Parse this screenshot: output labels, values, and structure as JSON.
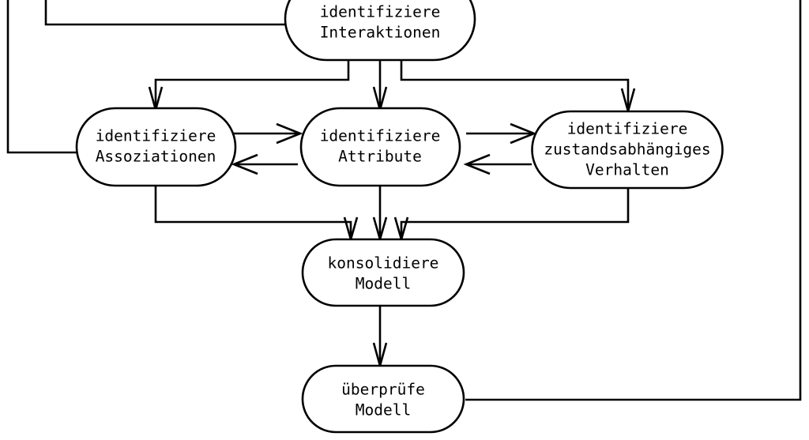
{
  "diagram": {
    "kind": "flowchart",
    "language": "de",
    "background_color": "#ffffff",
    "line_color": "#000000",
    "node_fill_color": "#ffffff",
    "nodes": [
      {
        "id": "interaktionen",
        "lines": [
          "identifiziere",
          "Interaktionen"
        ],
        "line1": "identifiziere",
        "line2": "Interaktionen",
        "line3": "",
        "shape": "rounded-rectangle",
        "clipped_at_top": true
      },
      {
        "id": "assoziationen",
        "lines": [
          "identifiziere",
          "Assoziationen"
        ],
        "line1": "identifiziere",
        "line2": "Assoziationen",
        "line3": "",
        "shape": "rounded-rectangle",
        "clipped_at_top": false
      },
      {
        "id": "attribute",
        "lines": [
          "identifiziere",
          "Attribute"
        ],
        "line1": "identifiziere",
        "line2": "Attribute",
        "line3": "",
        "shape": "rounded-rectangle",
        "clipped_at_top": false
      },
      {
        "id": "verhalten",
        "lines": [
          "identifiziere",
          "zustandsabhängiges",
          "Verhalten"
        ],
        "line1": "identifiziere",
        "line2": "zustandsabhängiges",
        "line3": "Verhalten",
        "shape": "rounded-rectangle",
        "clipped_at_top": false
      },
      {
        "id": "konsolidiere",
        "lines": [
          "konsolidiere",
          "Modell"
        ],
        "line1": "konsolidiere",
        "line2": "Modell",
        "line3": "",
        "shape": "rounded-rectangle",
        "clipped_at_top": false
      },
      {
        "id": "ueberpruefe",
        "lines": [
          "überprüfe",
          "Modell"
        ],
        "line1": "überprüfe",
        "line2": "Modell",
        "line3": "",
        "shape": "rounded-rectangle",
        "clipped_at_top": false
      }
    ],
    "edges": [
      {
        "id": "interaktionen-to-assoziationen",
        "from": "interaktionen",
        "to": "assoziationen",
        "arrow": "single"
      },
      {
        "id": "interaktionen-to-attribute",
        "from": "interaktionen",
        "to": "attribute",
        "arrow": "single"
      },
      {
        "id": "interaktionen-to-verhalten",
        "from": "interaktionen",
        "to": "verhalten",
        "arrow": "single"
      },
      {
        "id": "assoziationen-to-attribute",
        "from": "assoziationen",
        "to": "attribute",
        "arrow": "single"
      },
      {
        "id": "attribute-to-assoziationen",
        "from": "attribute",
        "to": "assoziationen",
        "arrow": "single"
      },
      {
        "id": "attribute-to-verhalten",
        "from": "attribute",
        "to": "verhalten",
        "arrow": "single"
      },
      {
        "id": "verhalten-to-attribute",
        "from": "verhalten",
        "to": "attribute",
        "arrow": "single"
      },
      {
        "id": "assoziationen-to-konsolidiere",
        "from": "assoziationen",
        "to": "konsolidiere",
        "arrow": "single"
      },
      {
        "id": "attribute-to-konsolidiere",
        "from": "attribute",
        "to": "konsolidiere",
        "arrow": "single"
      },
      {
        "id": "verhalten-to-konsolidiere",
        "from": "verhalten",
        "to": "konsolidiere",
        "arrow": "single"
      },
      {
        "id": "konsolidiere-to-ueberpruefe",
        "from": "konsolidiere",
        "to": "ueberpruefe",
        "arrow": "single"
      },
      {
        "id": "feedback-left-into-assoziationen",
        "from": "offscreen-top-left",
        "to": "assoziationen",
        "arrow": "none"
      },
      {
        "id": "feedback-top-into-interaktionen",
        "from": "offscreen-top",
        "to": "interaktionen",
        "arrow": "none"
      },
      {
        "id": "ueberpruefe-to-offscreen-right",
        "from": "ueberpruefe",
        "to": "offscreen-right",
        "arrow": "none"
      }
    ]
  }
}
